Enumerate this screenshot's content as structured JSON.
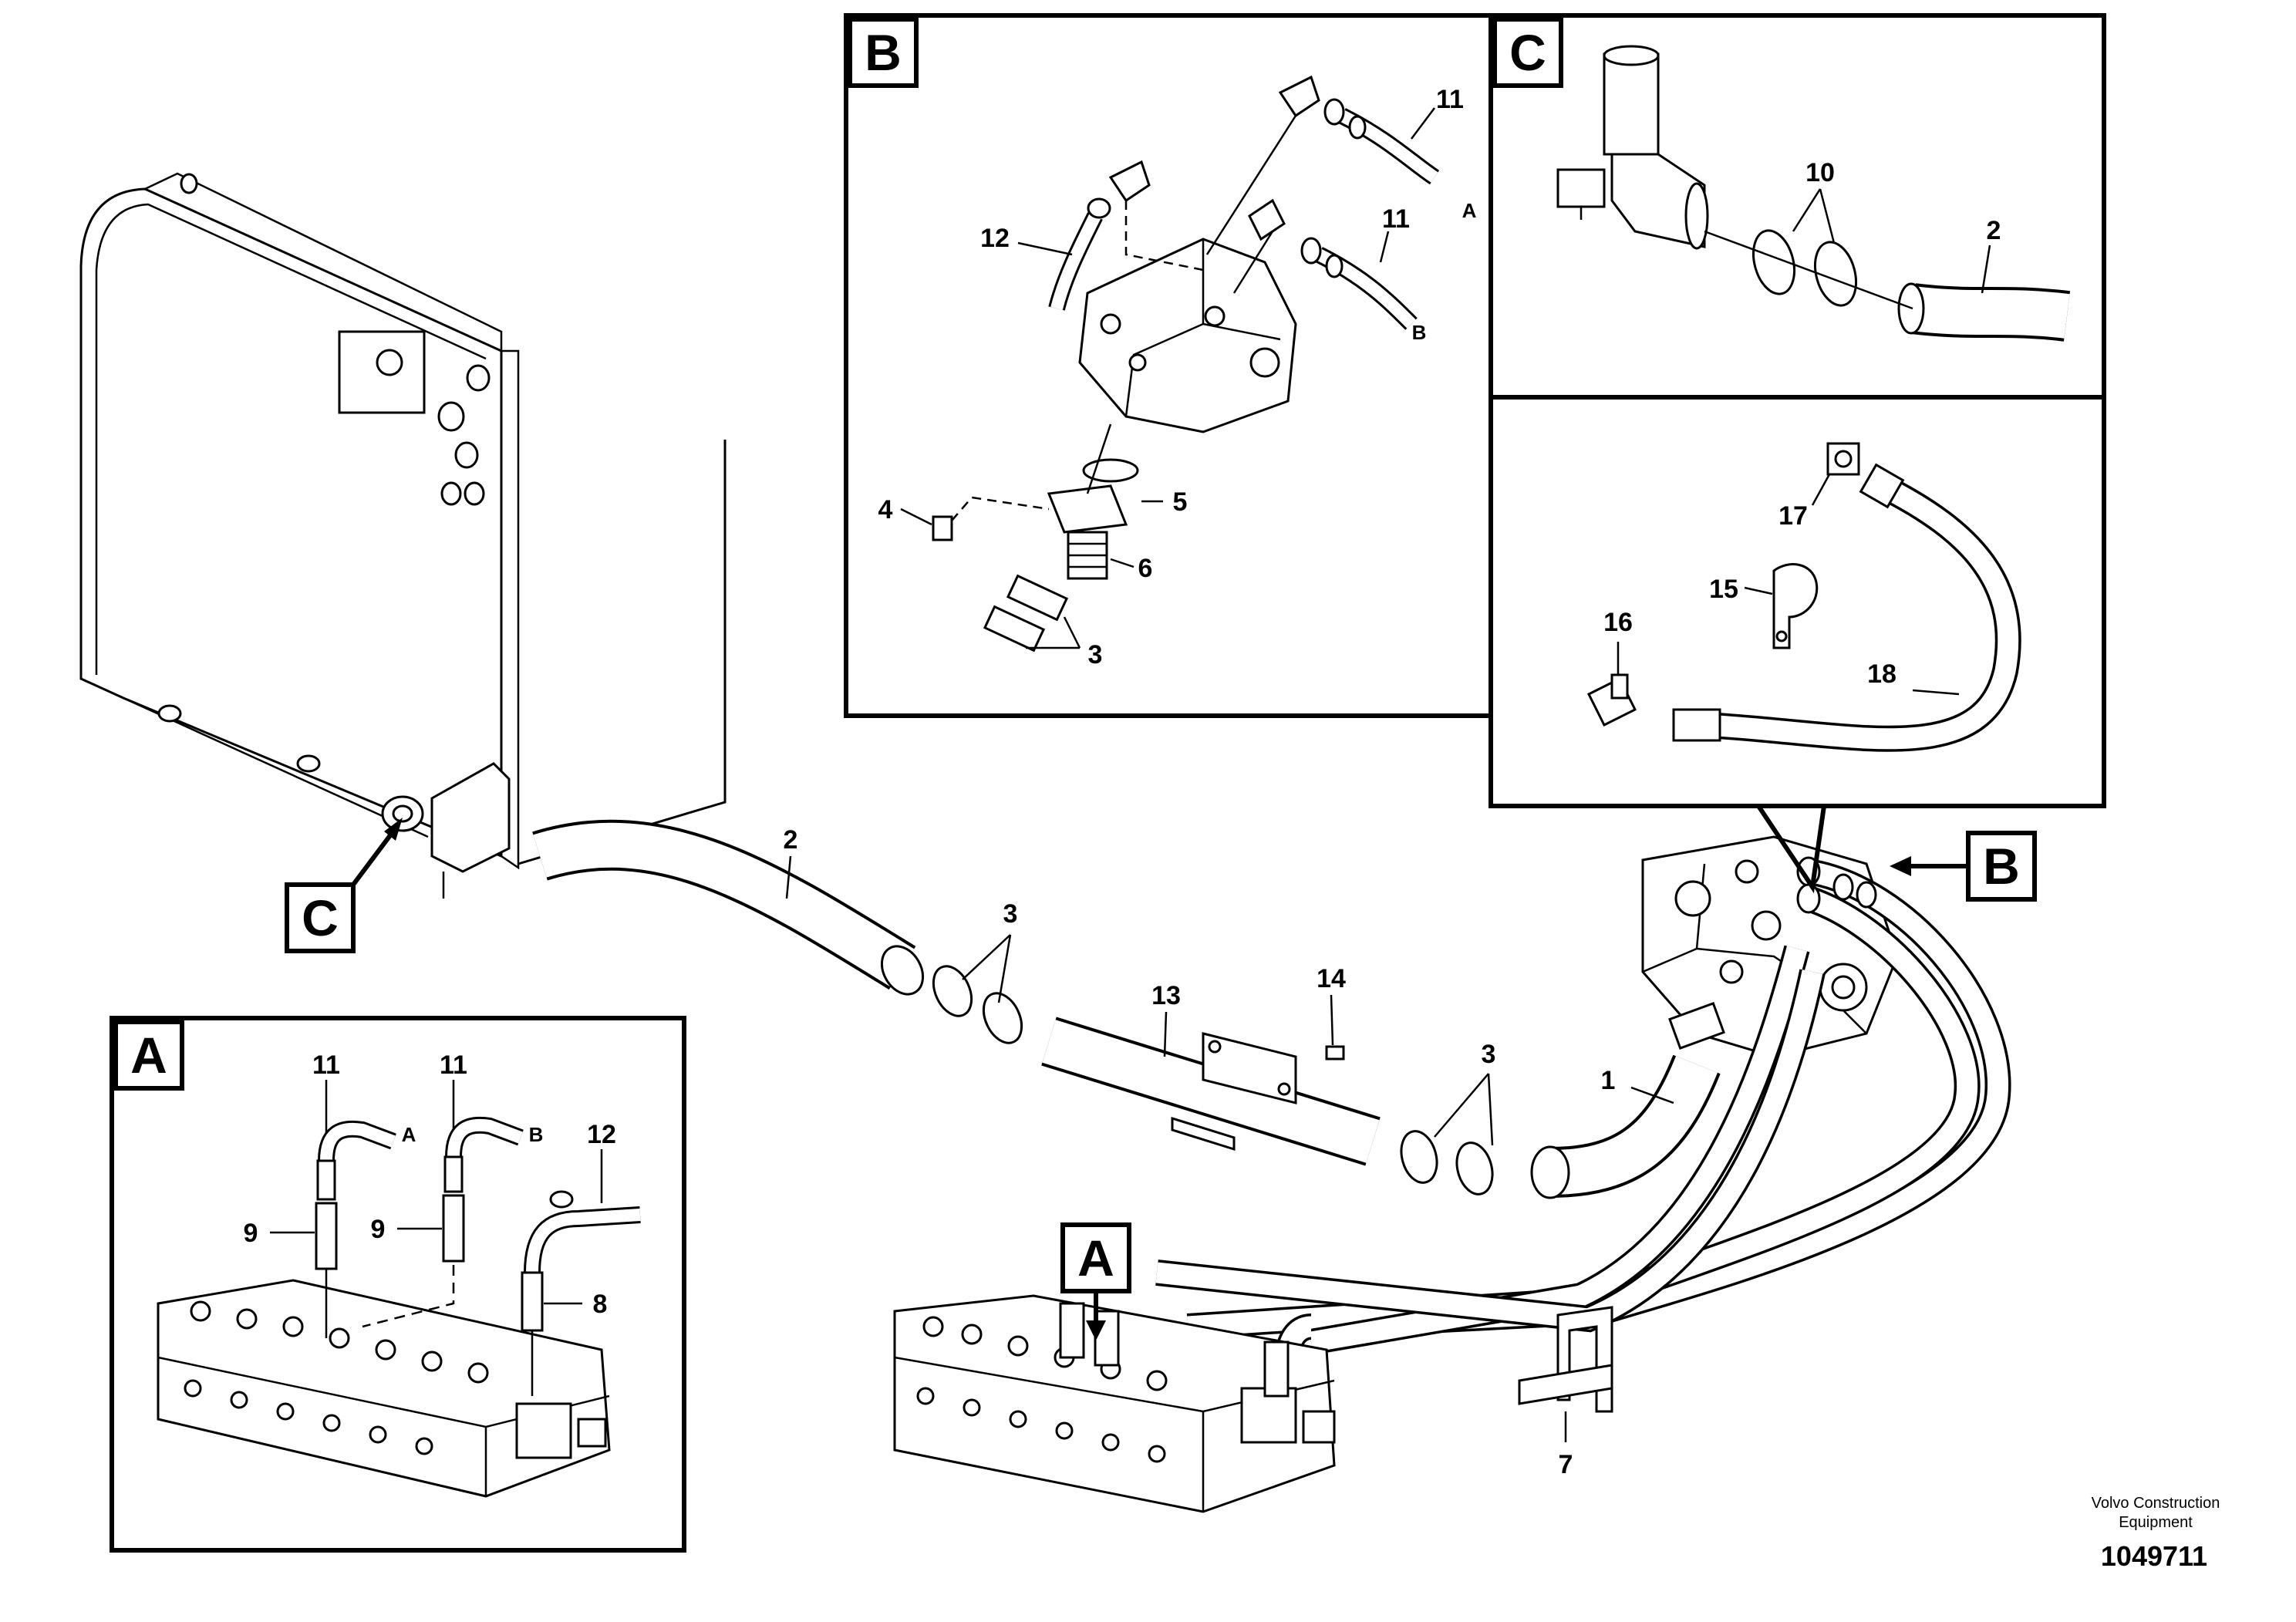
{
  "diagram": {
    "callouts": {
      "main_2": "2",
      "main_3a": "3",
      "main_13": "13",
      "main_14": "14",
      "main_3b": "3",
      "main_1": "1",
      "main_7": "7",
      "B_11a": "11",
      "B_port_a": "A",
      "B_11b": "11",
      "B_port_b": "B",
      "B_12": "12",
      "B_4": "4",
      "B_5": "5",
      "B_6": "6",
      "B_3": "3",
      "C_10": "10",
      "C_2": "2",
      "D_17": "17",
      "D_15": "15",
      "D_16": "16",
      "D_18": "18",
      "A_11a": "11",
      "A_11b": "11",
      "A_port_a": "A",
      "A_port_b": "B",
      "A_12": "12",
      "A_9a": "9",
      "A_9b": "9",
      "A_8": "8"
    },
    "detail_labels": {
      "detail_b": "B",
      "detail_c": "C",
      "detail_a": "A",
      "ref_c": "C",
      "ref_b": "B",
      "ref_a": "A"
    },
    "footer": {
      "brand_line1": "Volvo Construction",
      "brand_line2": "Equipment",
      "drawing_number": "1049711"
    }
  }
}
